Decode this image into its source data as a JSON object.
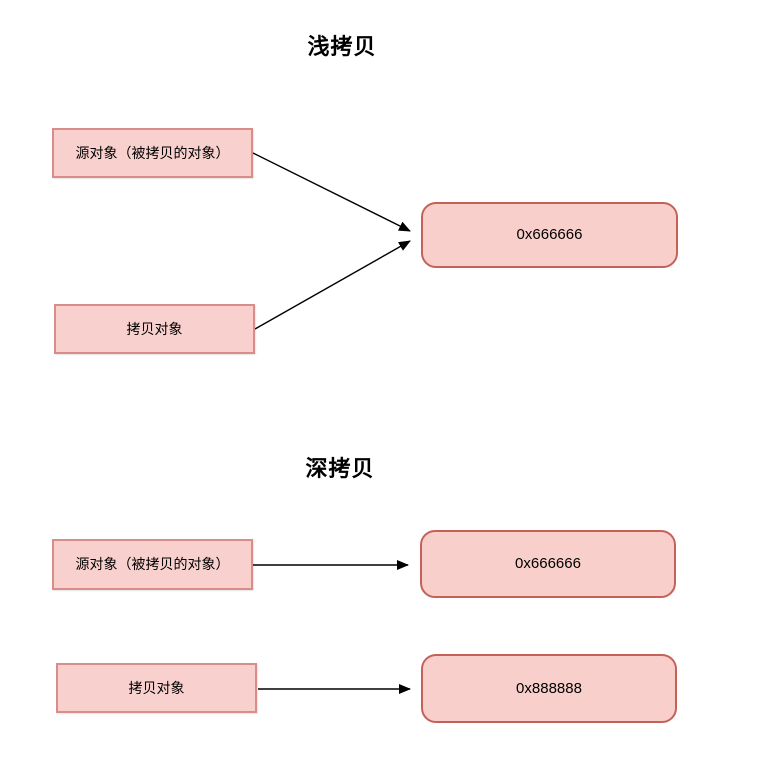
{
  "diagram": {
    "colors": {
      "background": "#ffffff",
      "rect_fill": "#f8d0ce",
      "rect_border": "#d98c88",
      "rounded_fill": "#f8cfcb",
      "rounded_border": "#c4625a",
      "arrow": "#000000",
      "text": "#000000"
    },
    "shallow_copy": {
      "title": "浅拷贝",
      "source_box": "源对象（被拷贝的对象）",
      "copy_box": "拷贝对象",
      "shared_address_box": "0x666666"
    },
    "deep_copy": {
      "title": "深拷贝",
      "source_box": "源对象（被拷贝的对象）",
      "copy_box": "拷贝对象",
      "source_address_box": "0x666666",
      "copy_address_box": "0x888888"
    }
  }
}
